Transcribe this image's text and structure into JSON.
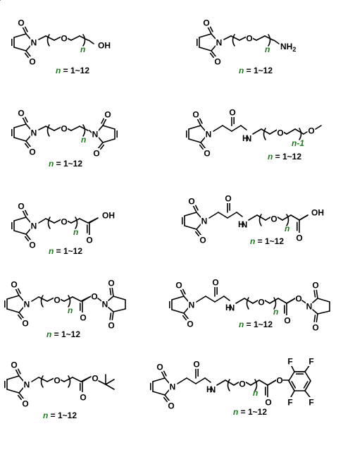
{
  "colors": {
    "bond": "#000000",
    "n_label": "#1f7a1f",
    "background": "#ffffff"
  },
  "labels": {
    "O": "O",
    "N": "N",
    "OH": "OH",
    "NH2_main": "NH",
    "NH2_sub": "2",
    "H_of_NH": "H",
    "F": "F",
    "n": "n",
    "n_minus_1": "n-1"
  },
  "caption": {
    "var": "n",
    "range": " = 1~12"
  },
  "compounds": [
    {
      "id": "mal-peg-oh"
    },
    {
      "id": "mal-peg-nh2"
    },
    {
      "id": "bis-mal-peg"
    },
    {
      "id": "mal-amide-peg-ome"
    },
    {
      "id": "mal-peg-cooh"
    },
    {
      "id": "mal-amide-peg-cooh"
    },
    {
      "id": "mal-peg-nhs"
    },
    {
      "id": "mal-amide-peg-nhs"
    },
    {
      "id": "mal-peg-tbu-ester"
    },
    {
      "id": "mal-amide-peg-tfp-ester"
    }
  ]
}
